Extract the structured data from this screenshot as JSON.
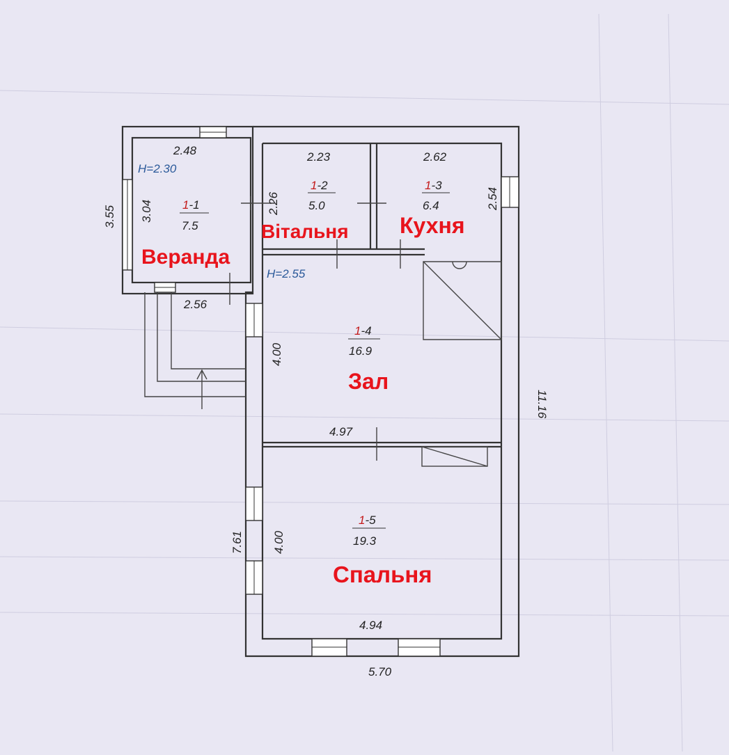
{
  "plan": {
    "dims": {
      "veranda_top": "2.48",
      "veranda_left_outer": "3.55",
      "veranda_left_inner": "3.04",
      "veranda_bottom": "2.56",
      "vitalnia_top": "2.23",
      "vitalnia_side": "2.26",
      "kitchen_top": "2.62",
      "kitchen_side": "2.54",
      "hall_side": "4.00",
      "hall_bottom": "4.97",
      "overall_right": "11.16",
      "bedroom_side_outer": "7.61",
      "bedroom_side_inner": "4.00",
      "bedroom_bottom": "4.94",
      "overall_bottom": "5.70"
    },
    "heights": {
      "veranda": "H=2.30",
      "house": "H=2.55"
    },
    "rooms": [
      {
        "code_prefix": "1",
        "code_suffix": "-1",
        "area": "7.5"
      },
      {
        "code_prefix": "1",
        "code_suffix": "-2",
        "area": "5.0"
      },
      {
        "code_prefix": "1",
        "code_suffix": "-3",
        "area": "6.4"
      },
      {
        "code_prefix": "1",
        "code_suffix": "-4",
        "area": "16.9"
      },
      {
        "code_prefix": "1",
        "code_suffix": "-5",
        "area": "19.3"
      }
    ],
    "labels": {
      "veranda": "Веранда",
      "vitalnia": "Вітальня",
      "kitchen": "Кухня",
      "hall": "Зал",
      "bedroom": "Спальня"
    },
    "colors": {
      "room_label": "#e8141c",
      "room_code": "#c41a1a",
      "height_label": "#2b5a9a",
      "paper": "#e9e7f3"
    }
  }
}
